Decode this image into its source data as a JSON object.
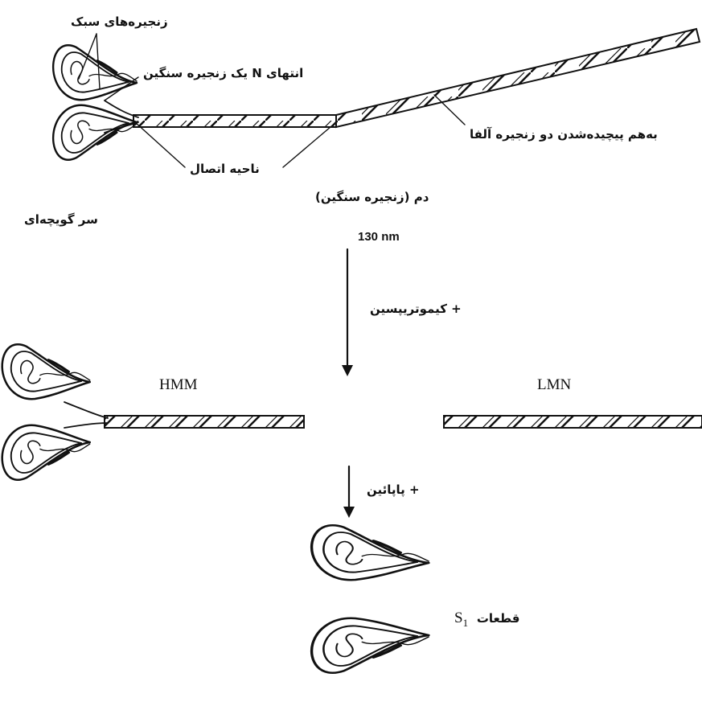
{
  "labels": {
    "light_chains": "زنجیره‌های سبک",
    "n_terminus": "انتهای N یک زنجیره سنگین",
    "alpha_coil": "به‌هم پیچیده‌شدن دو زنجیره آلفا",
    "hinge": "ناحیه اتصال",
    "tail": "دم (زنجیره سنگین)",
    "head": "سر گویچه‌ای",
    "length": "130 nm",
    "chymotrypsin": "+ کیموتریپسین",
    "hmm": "HMM",
    "lmn": "LMN",
    "papain": "+ پاپائین",
    "s1_word": "قطعات",
    "s1_symbol": "S",
    "s1_sub": "1"
  },
  "colors": {
    "ink": "#111111",
    "background": "#ffffff"
  }
}
